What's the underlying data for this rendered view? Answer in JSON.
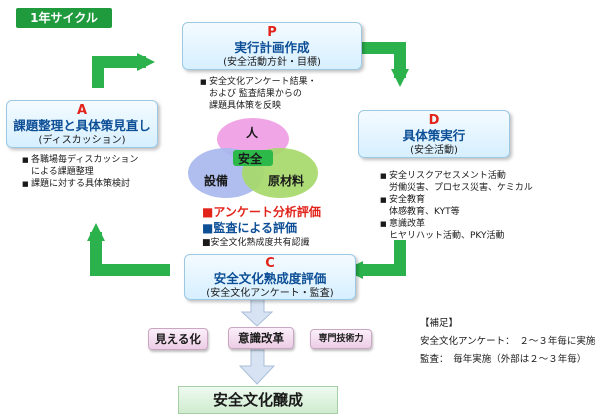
{
  "cycle_tag": "1年サイクル",
  "stage_p": {
    "letter": "P",
    "title": "実行計画作成",
    "subtitle": "(安全活動方針・目標)",
    "notes": [
      "安全文化アンケート結果・",
      "および 監査結果からの",
      "課題具体策を反映"
    ]
  },
  "stage_a": {
    "letter": "A",
    "title": "課題整理と具体策見直し",
    "subtitle": "(ディスカッション)",
    "notes": [
      "各職場毎ディスカッション",
      "による課題整理",
      "課題に対する具体策検討"
    ]
  },
  "stage_d": {
    "letter": "D",
    "title": "具体策実行",
    "subtitle": "(安全活動)",
    "notes": [
      "安全リスクアセスメント活動",
      "労働災害、プロセス災害、ケミカル",
      "安全教育",
      "体感教育、KYT等",
      "意識改革",
      "ヒヤリハット活動、PKY活動"
    ]
  },
  "stage_c": {
    "letter": "C",
    "title": "安全文化熟成度評価",
    "subtitle": "(安全文化アンケート・監査)"
  },
  "venn": {
    "top": "人",
    "left": "設備",
    "right": "原材料",
    "center": "安全"
  },
  "evaluations": {
    "survey": "アンケート分析評価",
    "audit": "監査による評価",
    "share": "安全文化熟成度共有認識"
  },
  "outcomes": [
    "見える化",
    "意識改革",
    "専門技術力"
  ],
  "goal": "安全文化醸成",
  "supplement": {
    "title": "【補足】",
    "lines": [
      "安全文化アンケート：　２～３年毎に実施",
      "監査：　毎年実施（外部は２～３年毎）"
    ]
  },
  "colors": {
    "arrow_green": "#2bb24c",
    "tag_green": "#1f9a3c",
    "title_blue": "#0d4f96",
    "letter_red": "#e2231a",
    "venn_pink": "#f0a6e6",
    "venn_blue": "#a8b8ee",
    "venn_green": "#a6d86a",
    "center_green": "#2db84a"
  }
}
